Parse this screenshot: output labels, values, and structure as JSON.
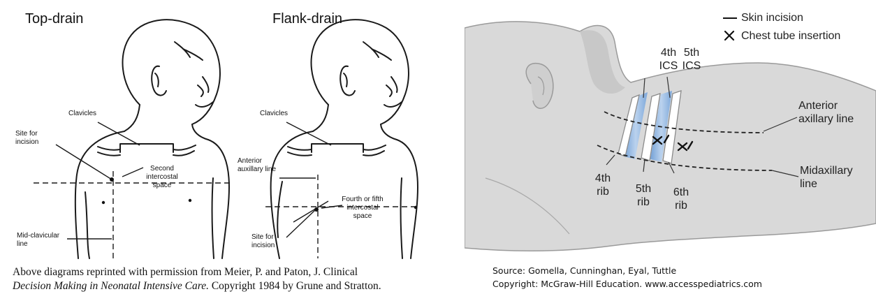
{
  "left": {
    "top_drain": {
      "title": "Top-drain",
      "clavicles": "Clavicles",
      "site_line1": "Site for",
      "site_line2": "incision",
      "second_line1": "Second",
      "second_line2": "intercostal",
      "second_line3": "space",
      "midclav_line1": "Mid-clavicular",
      "midclav_line2": "line"
    },
    "flank_drain": {
      "title": "Flank-drain",
      "clavicles": "Clavicles",
      "anterior_line1": "Anterior",
      "anterior_line2": "auxillary line",
      "fourth_line1": "Fourth or fifth",
      "fourth_line2": "intercostal",
      "fourth_line3": "space",
      "site_line1": "Site for",
      "site_line2": "incision"
    },
    "citation": {
      "line1": "Above diagrams reprinted with permission from Meier, P. and Paton, J. Clinical",
      "line2_italic": "Decision Making in Neonatal Intensive Care.",
      "line2_rest": " Copyright 1984 by Grune and Stratton."
    }
  },
  "right": {
    "legend": {
      "skin": "Skin incision",
      "tube": "Chest tube insertion"
    },
    "labels": {
      "ics4_line1": "4th",
      "ics4_line2": "ICS",
      "ics5_line1": "5th",
      "ics5_line2": "ICS",
      "anterior_line1": "Anterior",
      "anterior_line2": "axillary line",
      "midax_line1": "Midaxillary",
      "midax_line2": "line",
      "rib4_line1": "4th",
      "rib4_line2": "rib",
      "rib5_line1": "5th",
      "rib5_line2": "rib",
      "rib6_line1": "6th",
      "rib6_line2": "rib"
    },
    "source": {
      "line1": "Source: Gomella, Cunninghan, Eyal, Tuttle",
      "line2": "Copyright: McGraw-Hill Education. www.accesspediatrics.com"
    }
  }
}
